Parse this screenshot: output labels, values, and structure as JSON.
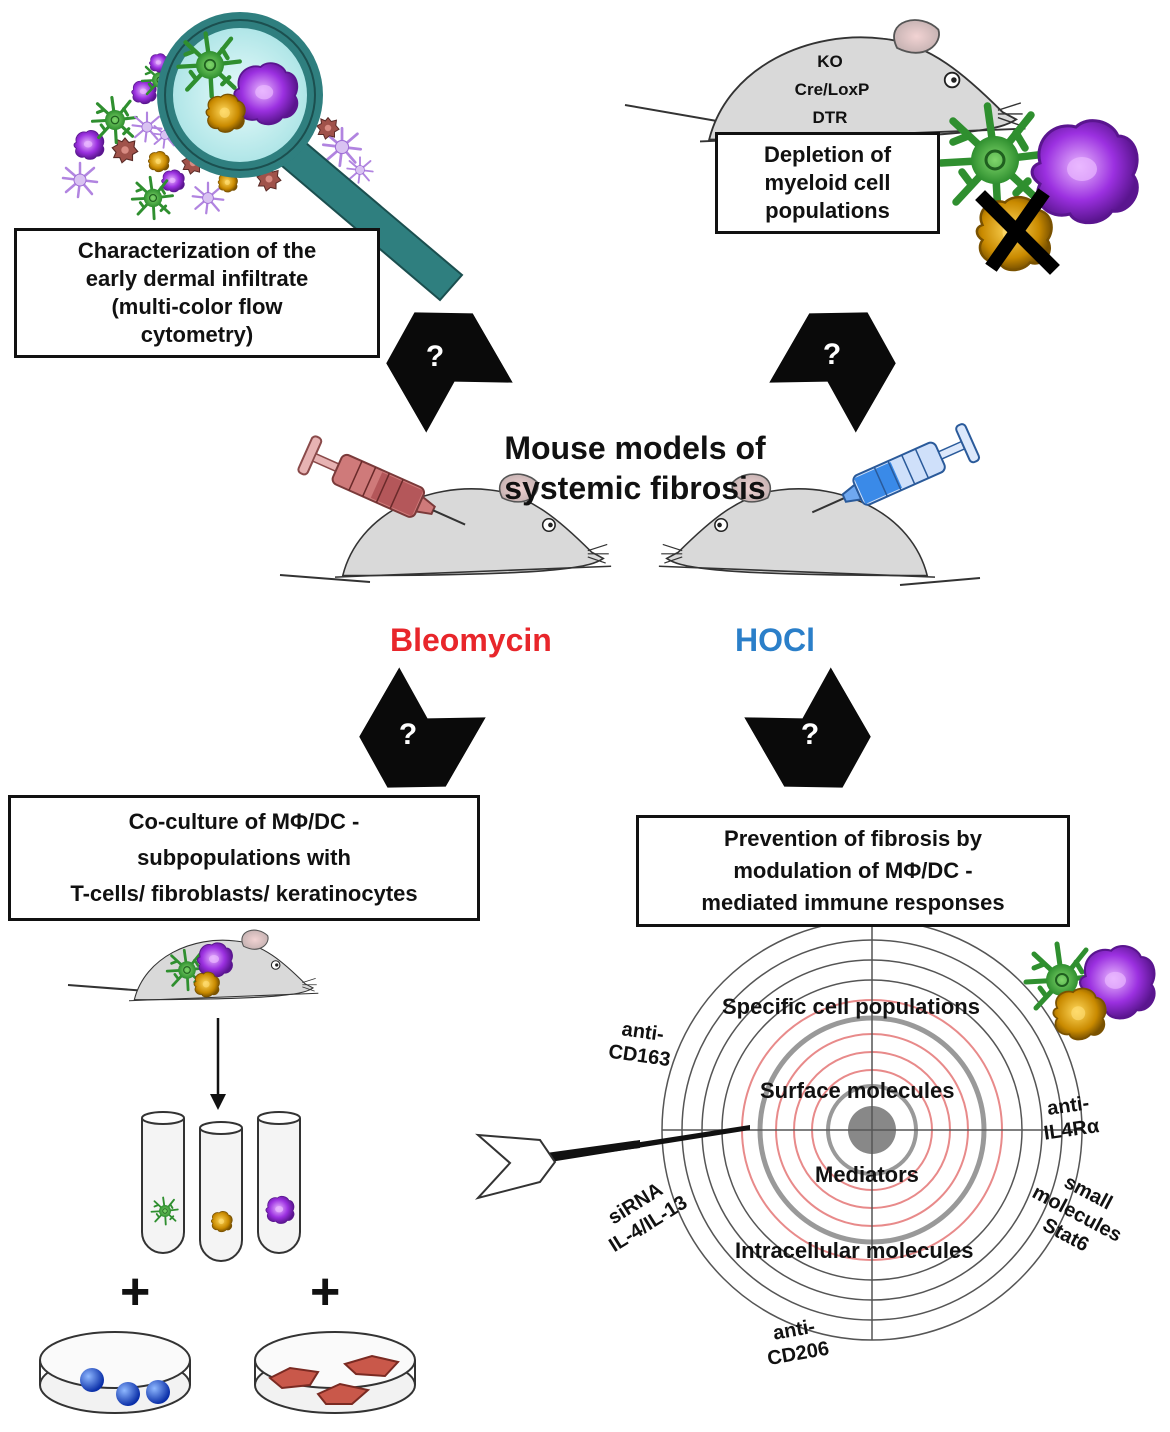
{
  "center_title": [
    "Mouse models of",
    "systemic fibrosis"
  ],
  "bleomycin_label": "Bleomycin",
  "hocl_label": "HOCl",
  "colors": {
    "bleomycin": "#e8262b",
    "hocl": "#2b7fc9",
    "green_cell": "#3aa83a",
    "purple_cell": "#8a2be2",
    "orange_cell": "#c98a00"
  },
  "question_mark": "?",
  "top_left_box": [
    "Characterization of the",
    "early dermal infiltrate",
    "(multi-color flow",
    "cytometry)"
  ],
  "top_right_mouse_labels": [
    "KO",
    "Cre/LoxP",
    "DTR"
  ],
  "top_right_box": [
    "Depletion of",
    "myeloid cell",
    "populations"
  ],
  "bottom_left_box": [
    "Co-culture of MΦ/DC -",
    "subpopulations with",
    "T-cells/ fibroblasts/ keratinocytes"
  ],
  "bottom_right_box": [
    "Prevention of fibrosis by",
    "modulation of MΦ/DC -",
    "mediated immune responses"
  ],
  "plus_sign": "+",
  "target_rings": [
    "Specific cell populations",
    "Surface molecules",
    "Mediators",
    "Intracellular molecules"
  ],
  "target_side_labels": {
    "anti_cd163": [
      "anti-",
      "CD163"
    ],
    "anti_il4ra": [
      "anti-",
      "IL4Rα"
    ],
    "sirna": [
      "siRNA",
      "IL-4/IL-13"
    ],
    "small_molecules": [
      "small",
      "molecules",
      "Stat6"
    ],
    "anti_cd206": [
      "anti-",
      "CD206"
    ]
  },
  "icons": [
    "magnifier-icon",
    "mouse-icon",
    "syringe-icon",
    "cell-icon",
    "tube-icon",
    "petri-dish-icon",
    "dart-icon",
    "target-icon",
    "cross-icon"
  ]
}
